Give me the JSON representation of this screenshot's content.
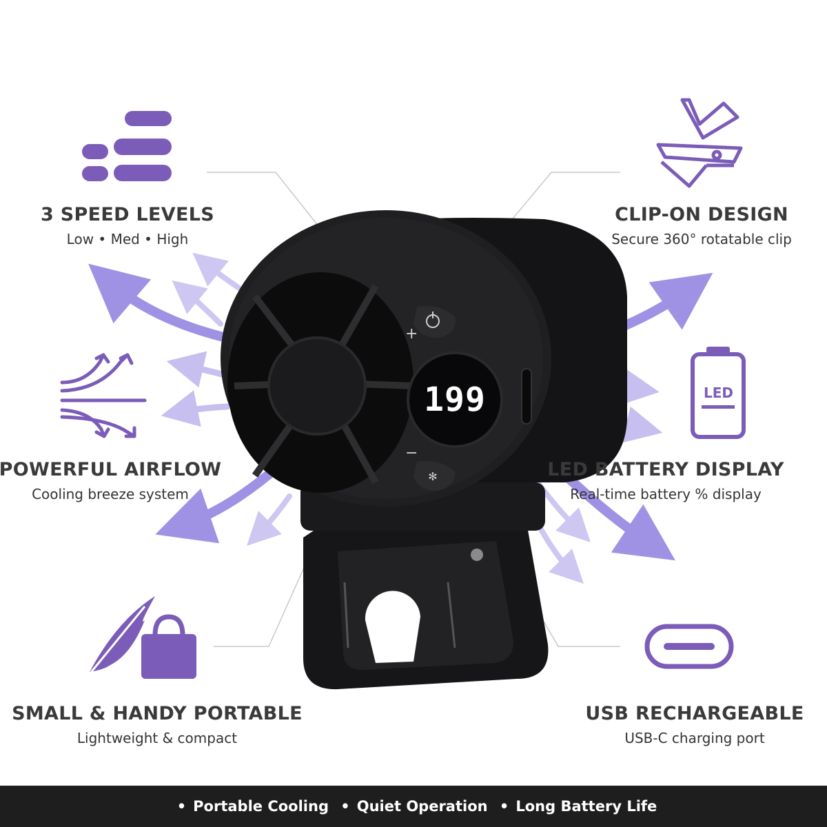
{
  "colors": {
    "accent": "#7b5cb8",
    "text": "#333333",
    "footer_bg": "#1e1e1e",
    "device": "#1c1c1e",
    "airflow": "#8f7fe0"
  },
  "features": {
    "speed": {
      "title": "3 SPEED LEVELS",
      "subtitle": "Low • Med • High",
      "icon": "speed-bars-icon"
    },
    "clip": {
      "title": "CLIP-ON DESIGN",
      "subtitle": "Secure 360° rotatable clip",
      "icon": "clip-icon"
    },
    "airflow": {
      "title": "POWERFUL AIRFLOW",
      "subtitle": "Cooling breeze system",
      "icon": "airflow-icon"
    },
    "battery": {
      "title": "LED BATTERY DISPLAY",
      "subtitle": "Real-time battery % display",
      "icon": "battery-icon",
      "icon_label": "LED"
    },
    "portable": {
      "title": "SMALL & HANDY PORTABLE",
      "subtitle": "Lightweight & compact",
      "icon": "feather-bag-icon"
    },
    "usb": {
      "title": "USB RECHARGEABLE",
      "subtitle": "USB-C charging port",
      "icon": "usb-c-port-icon"
    }
  },
  "device": {
    "display_value": "199",
    "plus_symbol": "+",
    "minus_symbol": "−"
  },
  "footer": {
    "items": [
      "Portable Cooling",
      "Quiet Operation",
      "Long Battery Life"
    ],
    "separator": "•"
  }
}
